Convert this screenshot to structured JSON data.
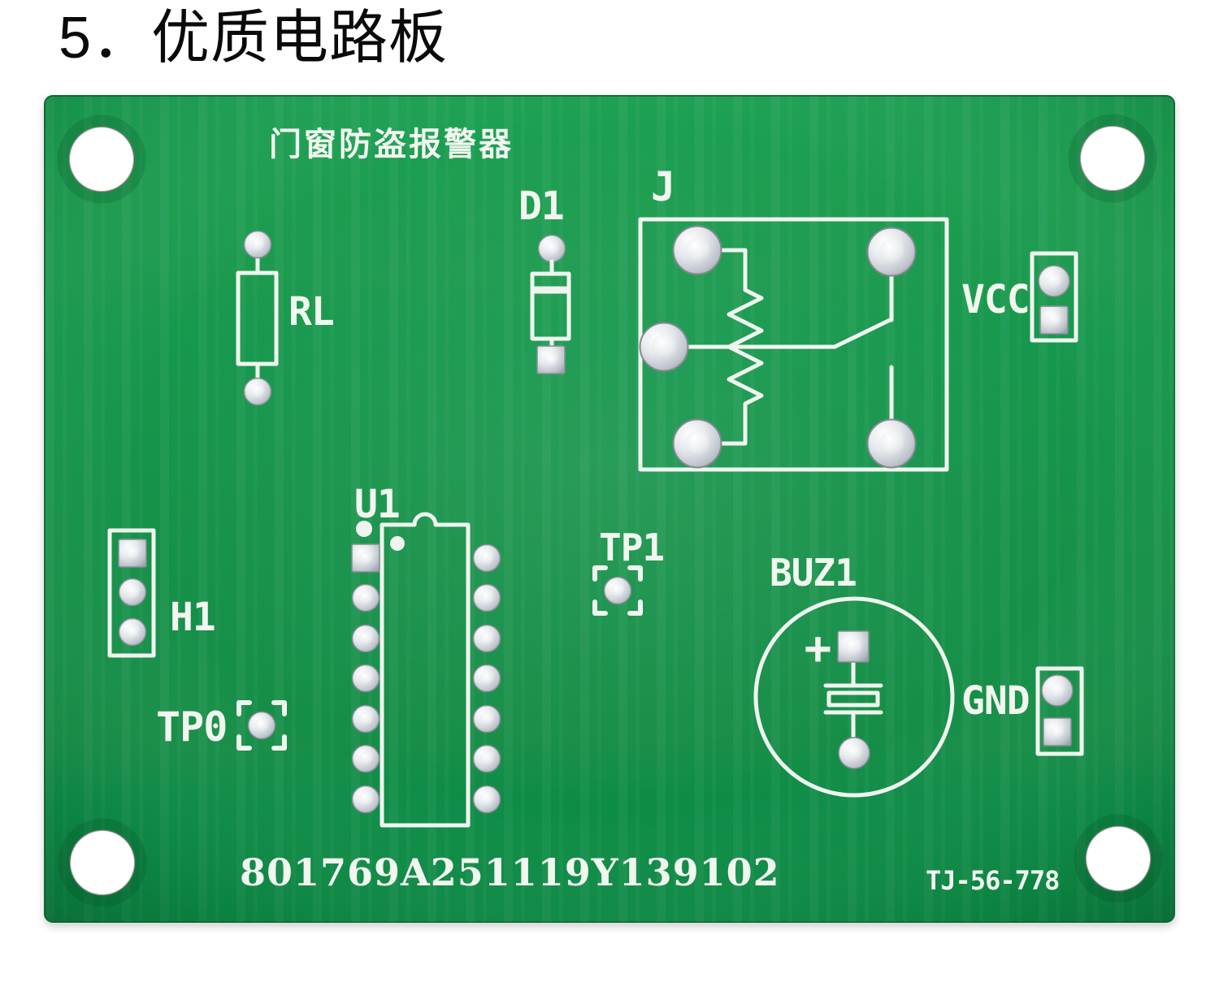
{
  "page": {
    "title": "5．优质电路板"
  },
  "board": {
    "title": "门窗防盗报警器",
    "serial": "801769A251119Y139102",
    "model": "TJ-56-778",
    "colors": {
      "pcb_green": "#16924a",
      "pcb_green_dark": "#0d7c3c",
      "silkscreen_white": "#f1f6ef",
      "pad_silver": "#c6cbd1",
      "mount_hole": "#ffffff",
      "page_background": "#ffffff",
      "title_text": "#0a0a0a"
    },
    "labels": {
      "rl": "RL",
      "d1": "D1",
      "j": "J",
      "vcc": "VCC",
      "u1": "U1",
      "tp1": "TP1",
      "h1": "H1",
      "tp0": "TP0",
      "buz1": "BUZ1",
      "gnd": "GND",
      "buzzer_plus": "+"
    }
  }
}
